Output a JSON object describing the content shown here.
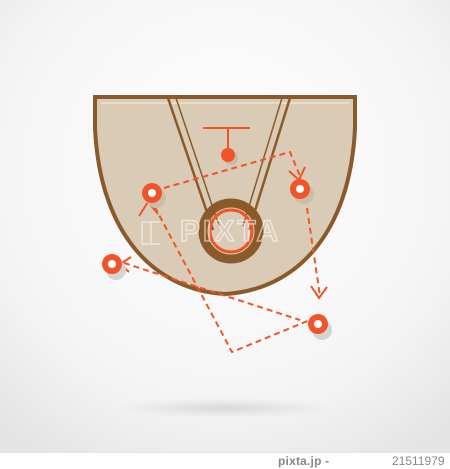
{
  "illustration": {
    "subject": "basketball-court-play-diagram",
    "colors": {
      "background_light": "#ffffff",
      "background_shade": "#e9e9e9",
      "court_fill": "#d9cbb6",
      "court_outline": "#8b5a2b",
      "lane_lines": "#8b5a2b",
      "play_accent": "#f0552a",
      "marker_shadow": "#cfcfcf"
    }
  },
  "watermark": {
    "text": "PIXTA"
  },
  "footer": {
    "brand": "pixta.jp",
    "separator": " - ",
    "photo_id": "21511979"
  }
}
